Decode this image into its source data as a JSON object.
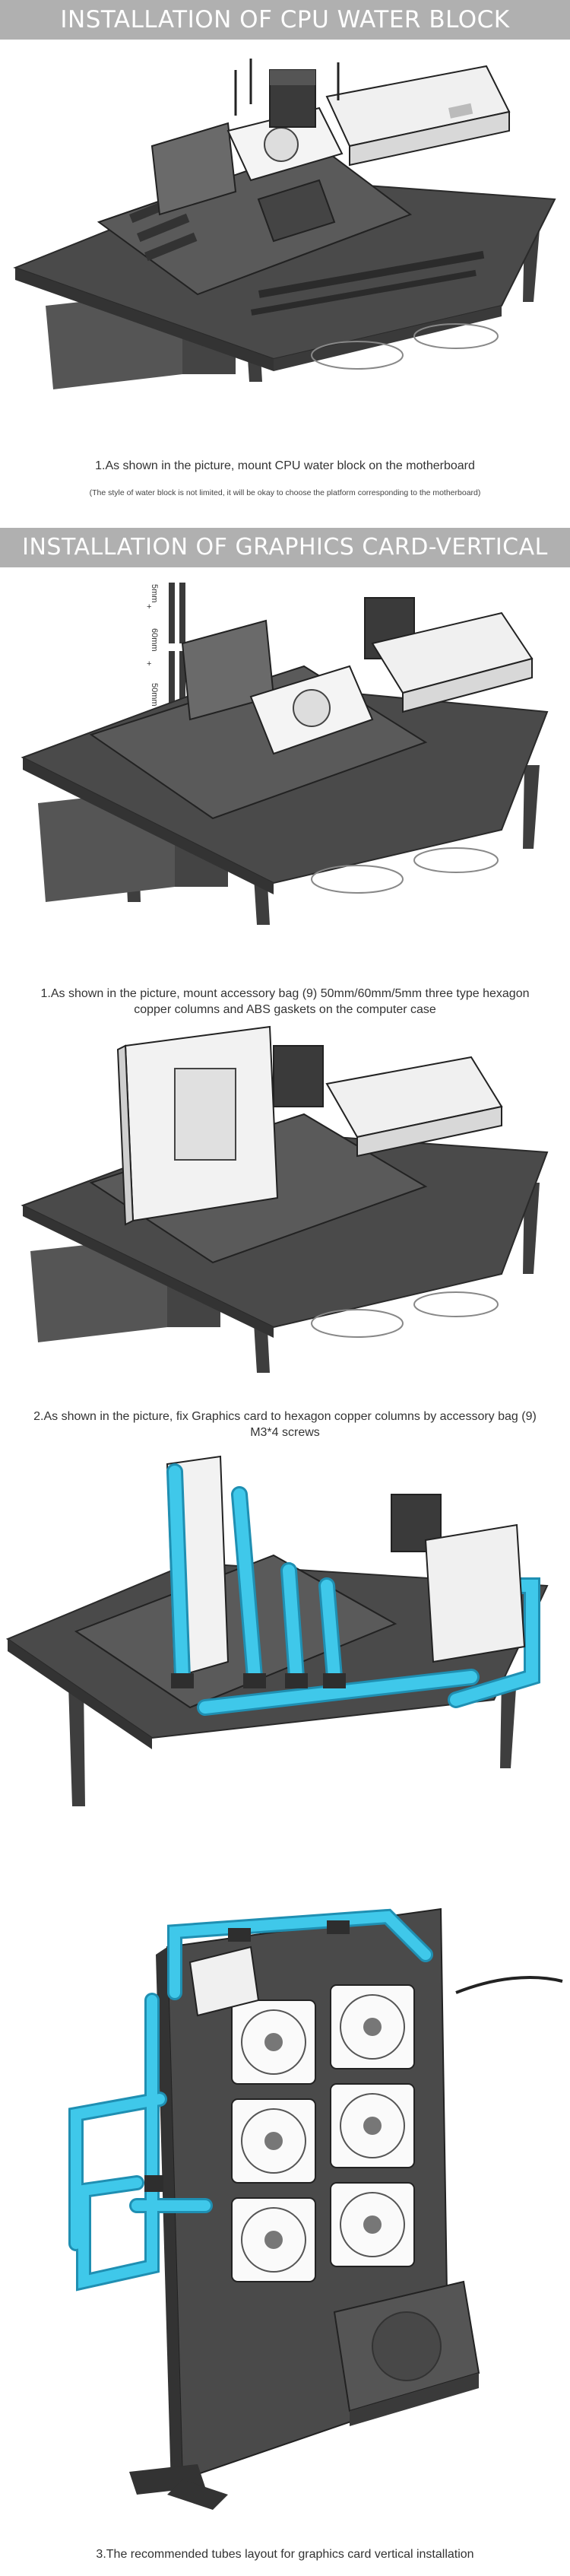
{
  "sections": {
    "cpu": {
      "title": "INSTALLATION OF CPU WATER BLOCK",
      "caption": "1.As shown in the picture, mount CPU water block on the motherboard",
      "note": "(The style of water block is not limited, it will be okay to choose the platform corresponding to the motherboard)"
    },
    "gpu": {
      "title": "INSTALLATION OF GRAPHICS CARD-VERTICAL INSTALLATION",
      "step1": "1.As shown in the picture, mount accessory bag (9) 50mm/60mm/5mm three type hexagon copper columns and ABS gaskets on the computer case",
      "step2": "2.As shown in the picture, fix  Graphics card to  hexagon copper columns by accessory bag (9) M3*4 screws",
      "step3": "3.The recommended tubes layout for graphics card vertical installation",
      "spacers": [
        "5mm",
        "60mm",
        "50mm"
      ]
    }
  },
  "colors": {
    "banner": "#b0b0b0",
    "tube": "#3fc8ea",
    "case": "#4a4a4a"
  }
}
